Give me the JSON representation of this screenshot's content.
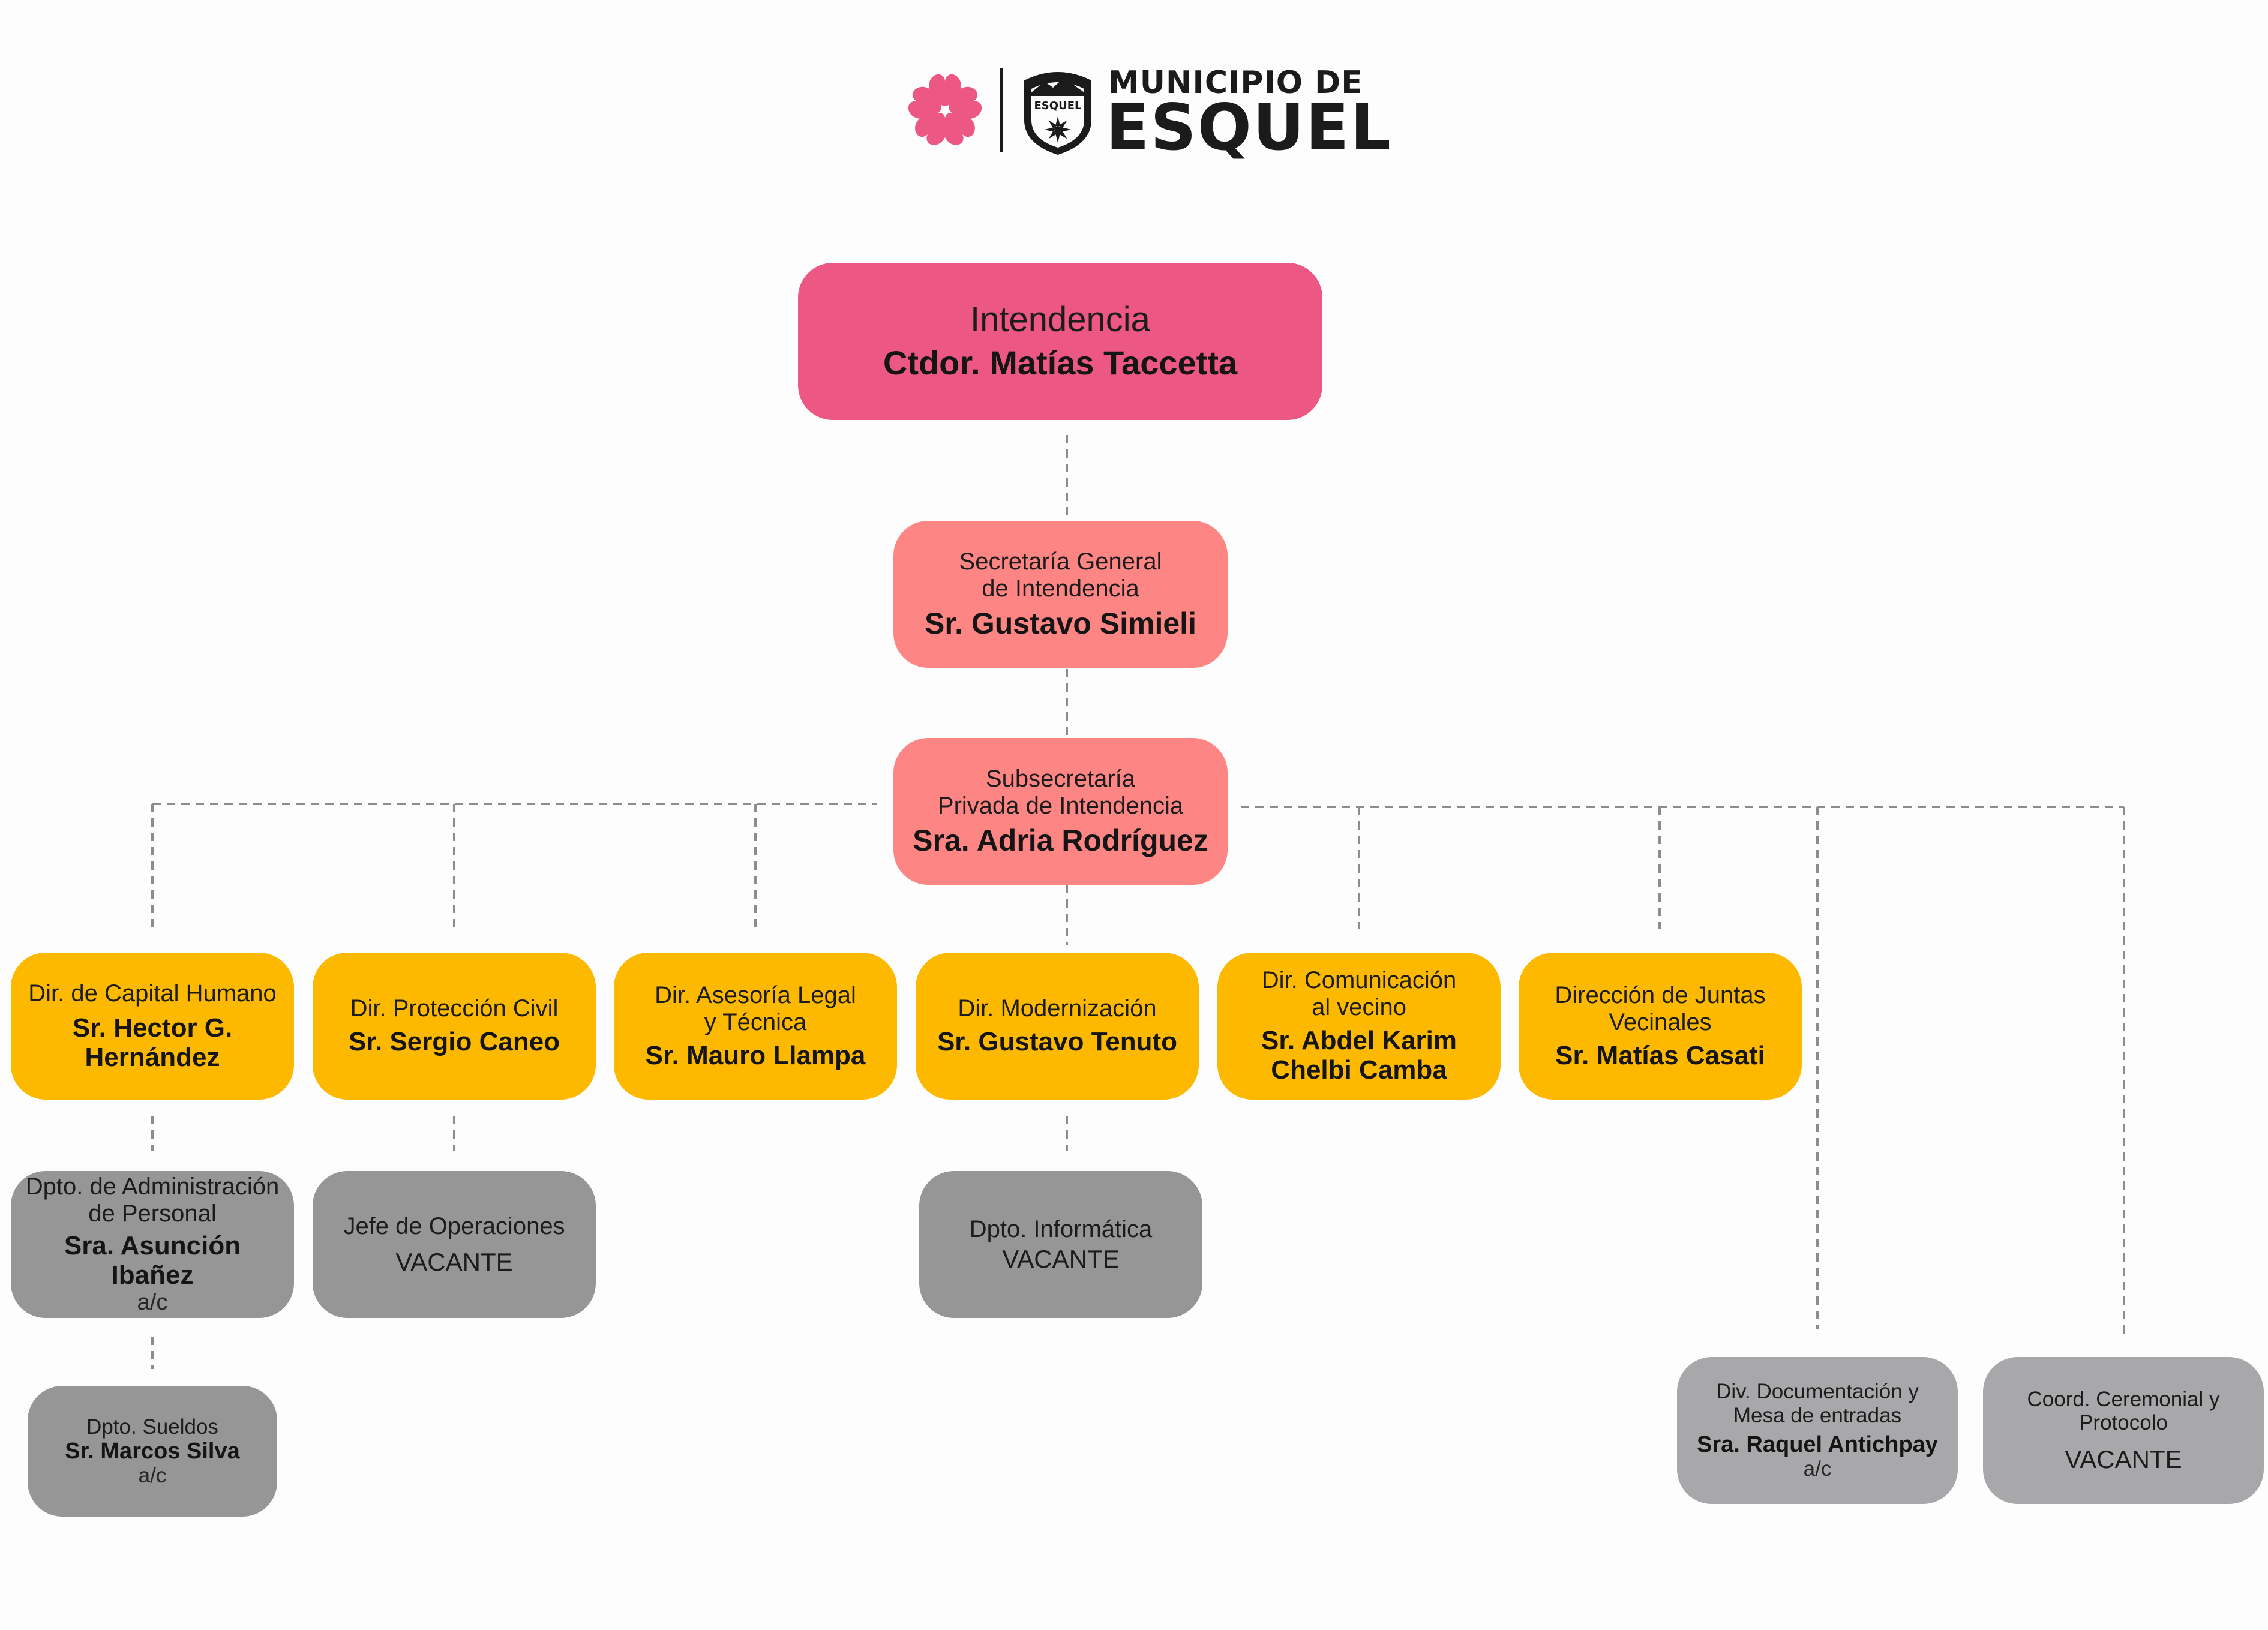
{
  "header": {
    "brand_top": "MUNICIPIO DE",
    "brand_main": "ESQUEL",
    "shield_text": "ESQUEL",
    "colors": {
      "flower": "#ec5784",
      "text": "#1b1b1b"
    }
  },
  "colors": {
    "intendencia": "#ec5784",
    "secretaria": "#fd8584",
    "direccion": "#fdb900",
    "departamento": "#969696",
    "division": "#a8a8ab",
    "connector": "#8c8c8c"
  },
  "nodes": {
    "intendencia": {
      "title": "Intendencia",
      "name": "Ctdor. Matías Taccetta"
    },
    "secretaria": {
      "title1": "Secretaría General",
      "title2": "de Intendencia",
      "name": "Sr. Gustavo Simieli"
    },
    "subsecretaria": {
      "title1": "Subsecretaría",
      "title2": "Privada de Intendencia",
      "name": "Sra. Adria Rodríguez"
    },
    "capital_humano": {
      "title": "Dir. de Capital Humano",
      "name1": "Sr. Hector G.",
      "name2": "Hernández"
    },
    "proteccion_civil": {
      "title": "Dir. Protección Civil",
      "name": "Sr. Sergio Caneo"
    },
    "asesoria_legal": {
      "title1": "Dir. Asesoría Legal",
      "title2": "y Técnica",
      "name": "Sr. Mauro Llampa"
    },
    "modernizacion": {
      "title": "Dir. Modernización",
      "name": "Sr. Gustavo Tenuto"
    },
    "comunicacion": {
      "title1": "Dir. Comunicación",
      "title2": "al vecino",
      "name1": "Sr. Abdel Karim",
      "name2": "Chelbi Camba"
    },
    "juntas_vecinales": {
      "title1": "Dirección de Juntas",
      "title2": "Vecinales",
      "name": "Sr. Matías Casati"
    },
    "admin_personal": {
      "title1": "Dpto. de Administración",
      "title2": "de Personal",
      "name": "Sra. Asunción Ibañez",
      "suffix": "a/c"
    },
    "jefe_operaciones": {
      "title": "Jefe de Operaciones",
      "status": "VACANTE"
    },
    "informatica": {
      "title": "Dpto. Informática",
      "status": "VACANTE"
    },
    "sueldos": {
      "title": "Dpto. Sueldos",
      "name": "Sr. Marcos Silva",
      "suffix": "a/c"
    },
    "documentacion": {
      "title1": "Div. Documentación y",
      "title2": "Mesa de entradas",
      "name": "Sra. Raquel Antichpay",
      "suffix": "a/c"
    },
    "ceremonial": {
      "title1": "Coord. Ceremonial y",
      "title2": "Protocolo",
      "status": "VACANTE"
    }
  }
}
